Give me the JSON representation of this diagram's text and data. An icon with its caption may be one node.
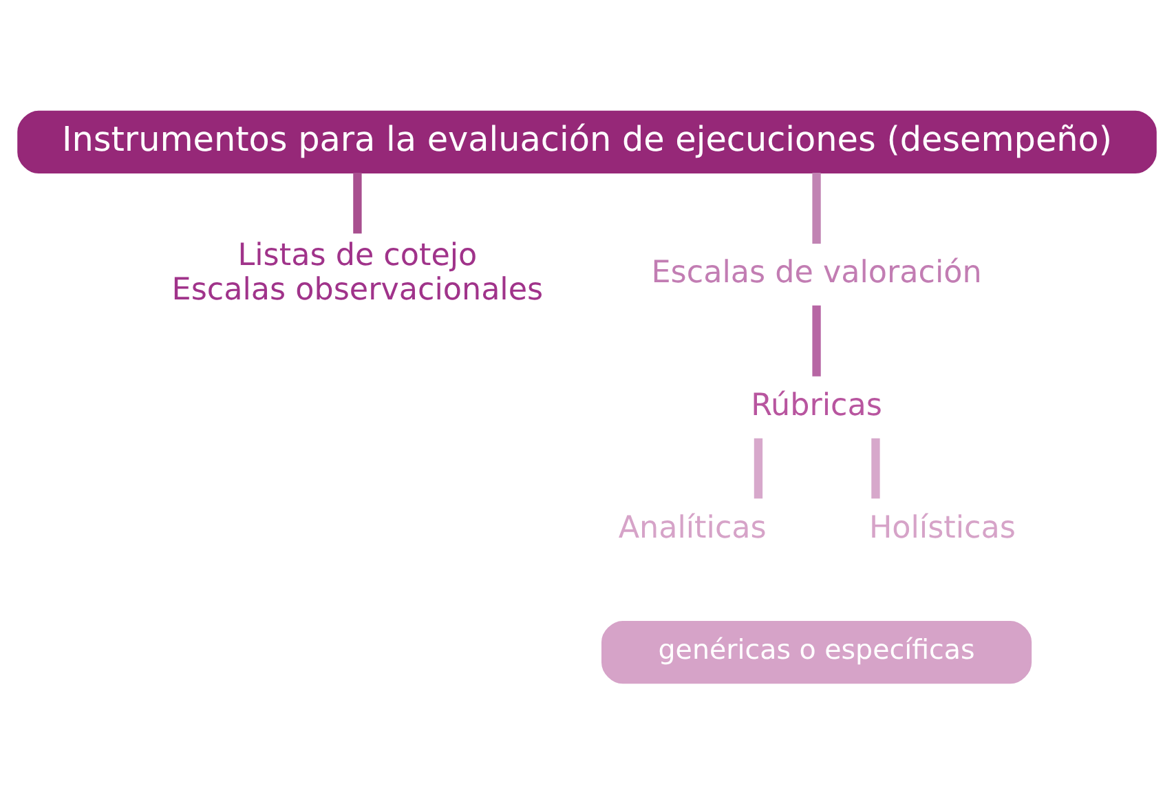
{
  "diagram": {
    "nodes": [
      {
        "text": [
          "Instrumentos para la evaluación de ejecuciones (desempeño)"
        ]
      },
      {
        "text": [
          "Listas de cotejo",
          "Escalas observacionales"
        ]
      },
      {
        "text": [
          "Escalas de valoración"
        ]
      },
      {
        "text": [
          "Rúbricas"
        ]
      },
      {
        "text": [
          "Analíticas"
        ]
      },
      {
        "text": [
          "Holísticas"
        ]
      },
      {
        "text": [
          "genéricas o específicas"
        ]
      }
    ],
    "edges": [
      {
        "from": 0,
        "to": 1,
        "arrow": "none",
        "color": "#a84f8f"
      },
      {
        "from": 0,
        "to": 2,
        "arrow": "none",
        "color": "#c183b3"
      },
      {
        "from": 2,
        "to": 3,
        "arrow": "none",
        "color": "#b766a4"
      },
      {
        "from": 3,
        "to": 4,
        "arrow": "none",
        "color": "#d7a8cb"
      },
      {
        "from": 3,
        "to": 5,
        "arrow": "none",
        "color": "#d7a8cb"
      }
    ]
  }
}
